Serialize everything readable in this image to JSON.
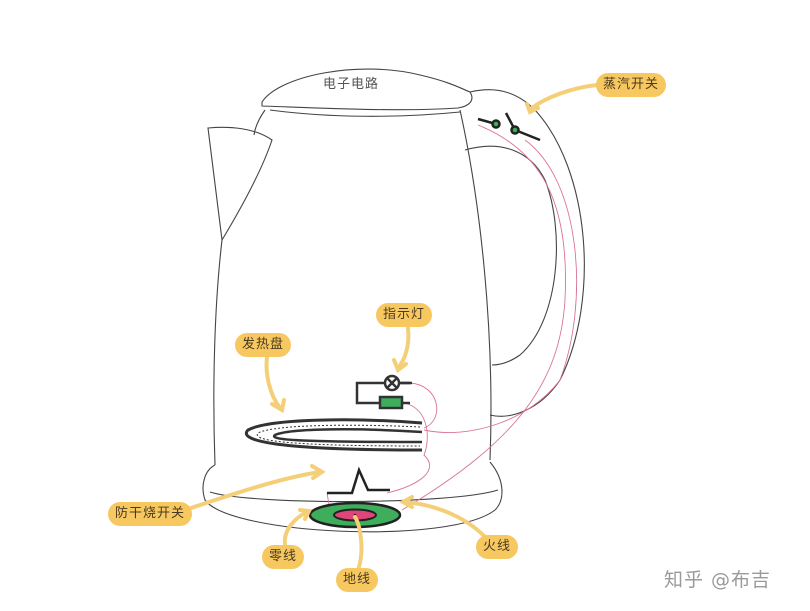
{
  "diagram": {
    "subject": "electric kettle circuit",
    "lid_label": "电子电路",
    "labels": {
      "steam_switch": "蒸汽开关",
      "indicator_light": "指示灯",
      "heating_plate": "发热盘",
      "dry_burn_switch": "防干烧开关",
      "neutral_wire": "零线",
      "ground_wire": "地线",
      "live_wire": "火线"
    },
    "watermark": "知乎 @布吉",
    "colors": {
      "label_bg": "#f7c860",
      "arrow": "#f5cf78",
      "wire": "#d9739b",
      "connector_outer": "#3fae5c",
      "connector_inner": "#e0457a",
      "resistor": "#3fae5c",
      "outline": "#333333"
    }
  }
}
